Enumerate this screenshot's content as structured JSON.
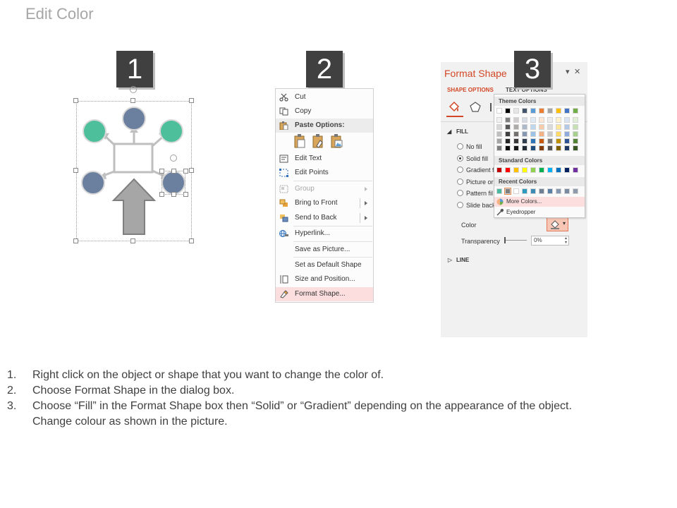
{
  "slide": {
    "title": "Edit Color"
  },
  "steps": [
    "1",
    "2",
    "3"
  ],
  "context_menu": {
    "items": [
      {
        "label": "Cut",
        "icon": "scissors-icon"
      },
      {
        "label": "Copy",
        "icon": "copy-icon"
      },
      {
        "label": "Paste Options:",
        "icon": "clipboard-icon"
      },
      {
        "label": "Edit Text",
        "icon": "text-box-icon"
      },
      {
        "label": "Edit Points",
        "icon": "edit-points-icon"
      },
      {
        "label": "Group",
        "icon": "group-icon",
        "disabled": true
      },
      {
        "label": "Bring to Front",
        "icon": "bring-front-icon"
      },
      {
        "label": "Send to Back",
        "icon": "send-back-icon"
      },
      {
        "label": "Hyperlink...",
        "icon": "hyperlink-icon"
      },
      {
        "label": "Save as Picture...",
        "icon": ""
      },
      {
        "label": "Set as Default Shape",
        "icon": ""
      },
      {
        "label": "Size and Position...",
        "icon": "size-position-icon"
      },
      {
        "label": "Format Shape...",
        "icon": "format-shape-icon",
        "highlighted": true
      }
    ],
    "paste_icons": [
      "paste-keep-formatting-icon",
      "paste-merge-formatting-icon",
      "paste-picture-icon"
    ]
  },
  "format_pane": {
    "title": "Format Shape",
    "tabs": [
      "SHAPE OPTIONS",
      "TEXT OPTIONS"
    ],
    "fill_label": "FILL",
    "fill_options": [
      "No fill",
      "Solid fill",
      "Gradient f",
      "Picture or",
      "Pattern fil",
      "Slide back"
    ],
    "selected_fill": "Solid fill",
    "color_label": "Color",
    "transparency_label": "Transparency",
    "transparency_value": "0%",
    "line_label": "LINE",
    "accent_color": "#d24726"
  },
  "palette": {
    "theme_label": "Theme Colors",
    "standard_label": "Standard Colors",
    "recent_label": "Recent Colors",
    "more_colors": "More Colors...",
    "eyedropper": "Eyedropper",
    "theme_top": [
      "#ffffff",
      "#000000",
      "#e7e6e6",
      "#44546a",
      "#5b9bd5",
      "#ed7d31",
      "#a5a5a5",
      "#ffc000",
      "#4472c4",
      "#70ad47"
    ],
    "theme_shades": [
      [
        "#f2f2f2",
        "#7f7f7f",
        "#d0cece",
        "#d6dce4",
        "#deebf6",
        "#fbe5d5",
        "#ededed",
        "#fff2cc",
        "#dae3f3",
        "#e2efd9"
      ],
      [
        "#d8d8d8",
        "#595959",
        "#aeabab",
        "#adb9ca",
        "#bdd7ee",
        "#f8cbad",
        "#dbdbdb",
        "#fee599",
        "#b4c7e7",
        "#c5e0b3"
      ],
      [
        "#bfbfbf",
        "#3f3f3f",
        "#757070",
        "#8496b0",
        "#9cc3e5",
        "#f4b183",
        "#c9c9c9",
        "#ffd965",
        "#8faadc",
        "#a8d08d"
      ],
      [
        "#a5a5a5",
        "#262626",
        "#3a3838",
        "#323f4f",
        "#2e75b5",
        "#c55a11",
        "#7b7b7b",
        "#bf9000",
        "#2f5496",
        "#538135"
      ],
      [
        "#7f7f7f",
        "#0c0c0c",
        "#171616",
        "#222a35",
        "#1e4e79",
        "#833c0b",
        "#525252",
        "#7f6000",
        "#1f3864",
        "#375623"
      ]
    ],
    "standard": [
      "#c00000",
      "#ff0000",
      "#ffc000",
      "#ffff00",
      "#92d050",
      "#00b050",
      "#00b0f0",
      "#0070c0",
      "#002060",
      "#7030a0"
    ],
    "recent": [
      "#4ab99f",
      "#7f7f7f",
      "#ffffff",
      "#2e9bbd",
      "#3b8bb4",
      "#6e7f94",
      "#5a7ea4",
      "#8496b0",
      "#7a8aa0",
      "#8f9aab"
    ]
  },
  "instructions": [
    {
      "num": "1.",
      "text": "Right click on the object or shape that you want to change the color of."
    },
    {
      "num": "2.",
      "text": "Choose Format Shape in the dialog box."
    },
    {
      "num": "3.",
      "text": "Choose “Fill” in the Format Shape box then “Solid” or “Gradient” depending on the appearance of the object."
    },
    {
      "num": "",
      "text": "Change colour as shown in the picture."
    }
  ]
}
